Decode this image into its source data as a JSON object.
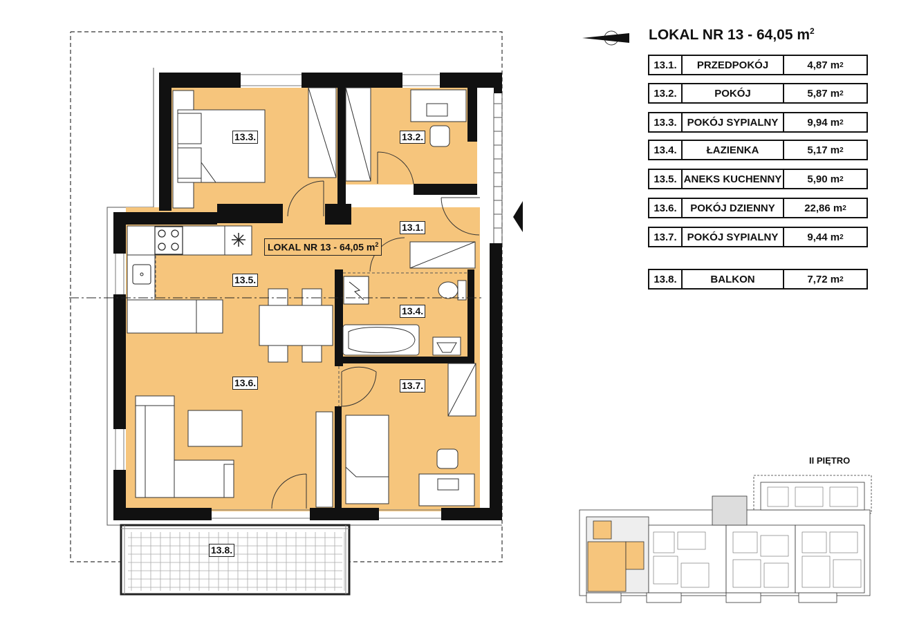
{
  "header": {
    "title": "LOKAL NR 13 - 64,05 m",
    "title_sup": "2"
  },
  "areas": [
    {
      "id": "13.1.",
      "name": "PRZEDPOKÓJ",
      "area": "4,87 m",
      "sup": "2"
    },
    {
      "id": "13.2.",
      "name": "POKÓJ",
      "area": "5,87 m",
      "sup": "2"
    },
    {
      "id": "13.3.",
      "name": "POKÓJ SYPIALNY",
      "area": "9,94 m",
      "sup": "2"
    },
    {
      "id": "13.4.",
      "name": "ŁAZIENKA",
      "area": "5,17 m",
      "sup": "2"
    },
    {
      "id": "13.5.",
      "name": "ANEKS KUCHENNY",
      "area": "5,90 m",
      "sup": "2"
    },
    {
      "id": "13.6.",
      "name": "POKÓJ DZIENNY",
      "area": "22,86 m",
      "sup": "2"
    },
    {
      "id": "13.7.",
      "name": "POKÓJ SYPIALNY",
      "area": "9,44 m",
      "sup": "2"
    },
    {
      "id": "13.8.",
      "name": "BALKON",
      "area": "7,72 m",
      "sup": "2"
    }
  ],
  "plan": {
    "unit_label": "LOKAL NR 13 - 64,05 m",
    "unit_label_sup": "2",
    "rooms": {
      "r131": "13.1.",
      "r132": "13.2.",
      "r133": "13.3.",
      "r134": "13.4.",
      "r135": "13.5.",
      "r136": "13.6.",
      "r137": "13.7.",
      "r138": "13.8."
    }
  },
  "floor": {
    "label": "II PIĘTRO"
  },
  "colors": {
    "room_fill": "#f6c57c",
    "wall": "#111111",
    "furniture": "#ffffff",
    "minimap_highlight": "#f6c57c"
  },
  "icons": [
    "compass-arrow-icon",
    "snowflake-icon",
    "electrical-panel-icon",
    "stove-icon",
    "sink-icon",
    "toilet-icon",
    "bathtub-icon"
  ]
}
